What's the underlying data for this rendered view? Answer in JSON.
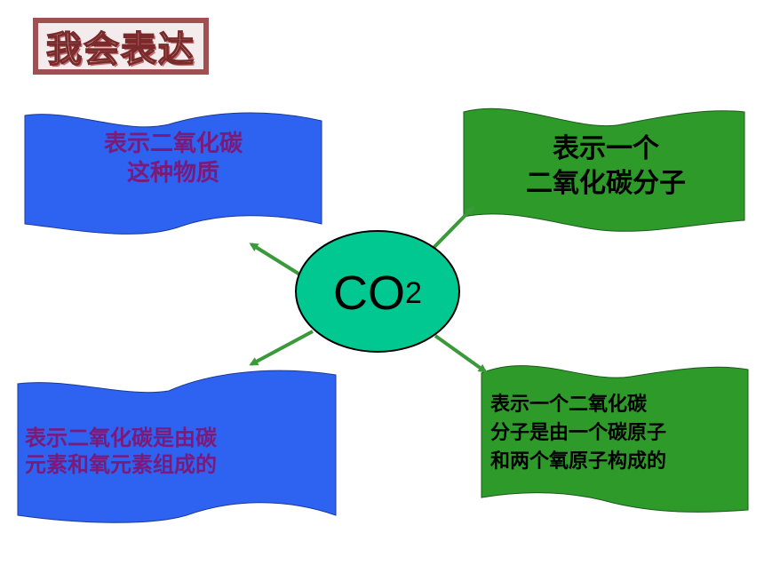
{
  "title": "我会表达",
  "center": {
    "formula": "CO",
    "subscript": "2",
    "color": "#00c890"
  },
  "colors": {
    "blue_banner": "#2d63f0",
    "green_banner": "#2e9a2a",
    "arrow": "#3a9a3a",
    "purple_text": "#7a1a7a"
  },
  "banners": [
    {
      "lines": [
        "表示二氧化碳",
        "这种物质"
      ]
    },
    {
      "lines": [
        "表示一个",
        "二氧化碳分子"
      ]
    },
    {
      "lines": [
        "表示二氧化碳是由碳",
        "元素和氧元素组成的"
      ]
    },
    {
      "lines": [
        "表示一个二氧化碳",
        "分子是由一个碳原子",
        "和两个氧原子构成的"
      ]
    }
  ]
}
